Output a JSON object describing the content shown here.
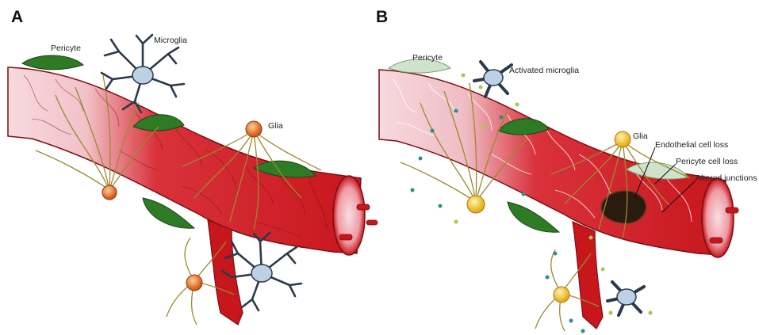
{
  "panel_a": {
    "letter": "A",
    "labels": {
      "pericyte": "Pericyte",
      "microglia": "Microglia",
      "glia": "Glia"
    }
  },
  "panel_b": {
    "letter": "B",
    "labels": {
      "pericyte": "Pericyte",
      "activated_microglia": "Activated microglia",
      "glia": "Glia",
      "endothelial_loss": "Endothelial cell loss",
      "pericyte_loss": "Pericyte cell loss",
      "altered_junctions": "Altered junctions"
    }
  },
  "colors": {
    "vessel_dark": "#c8161d",
    "vessel_light": "#f6d4d8",
    "pericyte_green": "#2f7a24",
    "pericyte_pale": "#cfe3cc",
    "glia_orange": "#e46b1f",
    "glia_yellow": "#f2c21b",
    "process_olive": "#9a8a2e",
    "microglia_blue": "#bcd0e6",
    "microglia_dark": "#2b3a4a",
    "dot_teal": "#2a8f86",
    "dot_green": "#a8c84a"
  }
}
